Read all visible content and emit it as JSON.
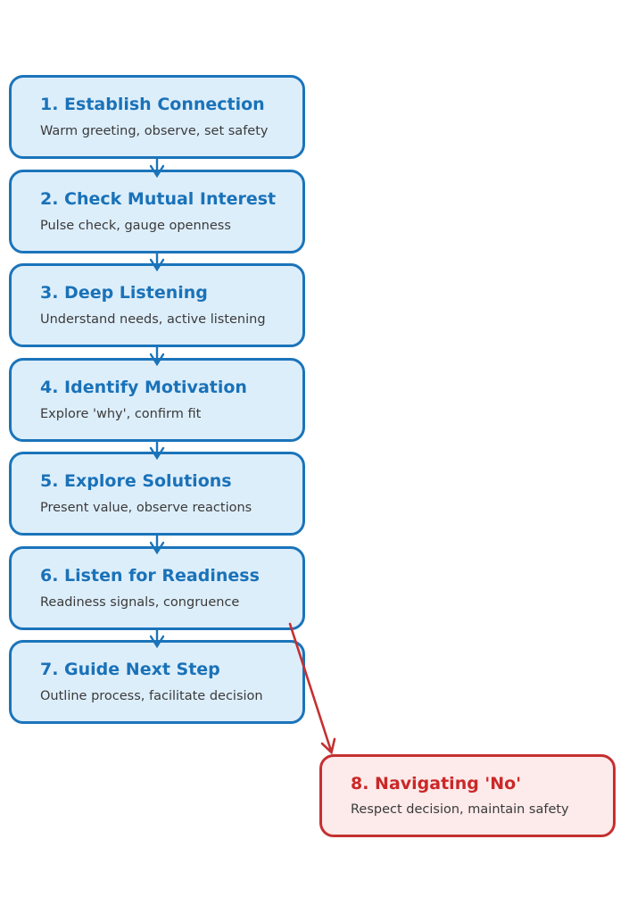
{
  "diagram": {
    "steps": [
      {
        "title": "1. Establish Connection",
        "subtitle": "Warm greeting, observe, set safety",
        "style": "blue"
      },
      {
        "title": "2. Check Mutual Interest",
        "subtitle": "Pulse check, gauge openness",
        "style": "blue"
      },
      {
        "title": "3. Deep Listening",
        "subtitle": "Understand needs, active listening",
        "style": "blue"
      },
      {
        "title": "4. Identify Motivation",
        "subtitle": "Explore 'why', confirm fit",
        "style": "blue"
      },
      {
        "title": "5. Explore Solutions",
        "subtitle": "Present value, observe reactions",
        "style": "blue"
      },
      {
        "title": "6. Listen for Readiness",
        "subtitle": "Readiness signals, congruence",
        "style": "blue"
      },
      {
        "title": "7. Guide Next Step",
        "subtitle": "Outline process, facilitate decision",
        "style": "blue"
      },
      {
        "title": "8. Navigating 'No'",
        "subtitle": "Respect decision, maintain safety",
        "style": "red"
      }
    ],
    "colors": {
      "blue_border": "#1b74ba",
      "blue_fill": "#ddeefb",
      "blue_title": "#1a72b8",
      "red_border": "#c53030",
      "red_fill": "#fdeaea",
      "red_title": "#cb2727",
      "subtitle_text": "#3a3a3a",
      "background": "#ffffff"
    }
  }
}
